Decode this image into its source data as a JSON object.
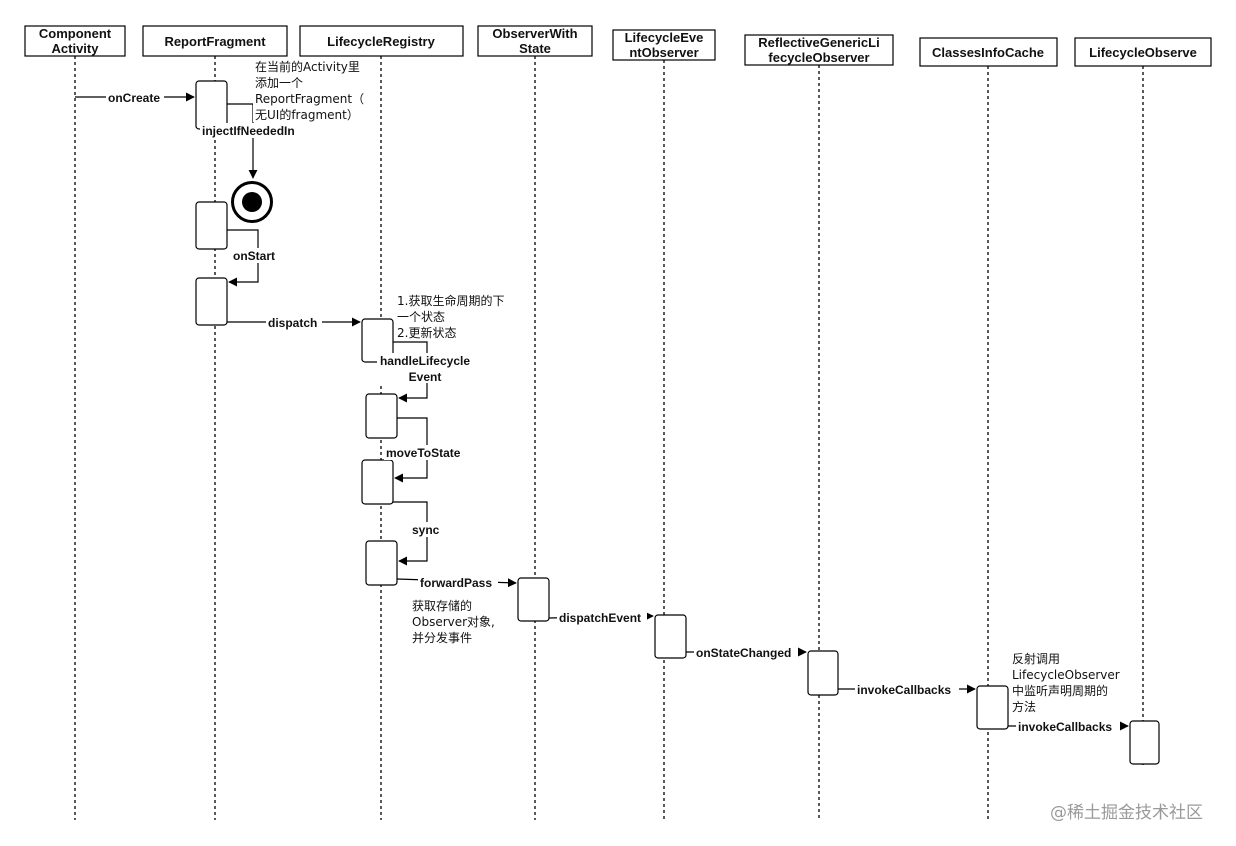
{
  "participants": [
    {
      "id": "p0",
      "lines": [
        "Component",
        "Activity"
      ]
    },
    {
      "id": "p1",
      "lines": [
        "ReportFragment"
      ]
    },
    {
      "id": "p2",
      "lines": [
        "LifecycleRegistry"
      ]
    },
    {
      "id": "p3",
      "lines": [
        "ObserverWith",
        "State"
      ]
    },
    {
      "id": "p4",
      "lines": [
        "LifecycleEve",
        "ntObserver"
      ]
    },
    {
      "id": "p5",
      "lines": [
        "ReflectiveGenericLi",
        "fecycleObserver"
      ]
    },
    {
      "id": "p6",
      "lines": [
        "ClassesInfoCache"
      ]
    },
    {
      "id": "p7",
      "lines": [
        "LifecycleObserve"
      ]
    }
  ],
  "messages": {
    "onCreate": "onCreate",
    "injectIfNeededIn": "injectIfNeededIn",
    "onStart": "onStart",
    "dispatch": "dispatch",
    "handleLifecycleEvent": [
      "handleLifecycle",
      "Event"
    ],
    "moveToState": "moveToState",
    "sync": "sync",
    "forwardPass": "forwardPass",
    "dispatchEvent": "dispatchEvent",
    "onStateChanged": "onStateChanged",
    "invokeCallbacks1": "invokeCallbacks",
    "invokeCallbacks2": "invokeCallbacks"
  },
  "notes": {
    "inject": [
      "在当前的Activity里",
      "添加一个",
      "ReportFragment（",
      "无UI的fragment）"
    ],
    "dispatch": [
      "1.获取生命周期的下",
      "一个状态",
      "2.更新状态"
    ],
    "forward": [
      "获取存储的",
      "Observer对象,",
      "并分发事件"
    ],
    "reflect": [
      "反射调用",
      "LifecycleObserver",
      "中监听声明周期的",
      "方法"
    ]
  },
  "watermark": "@稀土掘金技术社区",
  "colors": {
    "line": "#000000",
    "text": "#111111",
    "watermark": "#9a9a9a"
  }
}
